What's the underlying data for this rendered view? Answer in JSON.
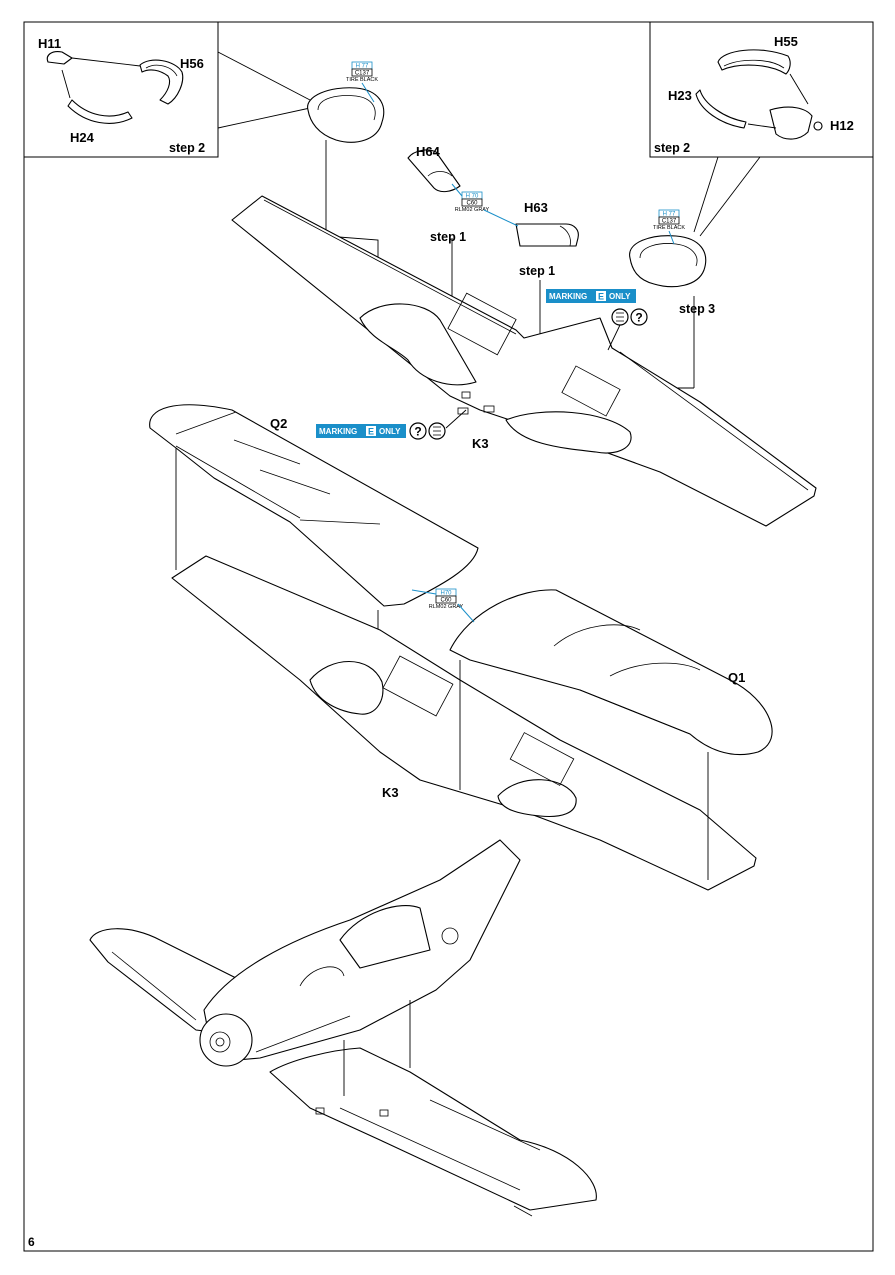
{
  "page_number": "6",
  "parts": {
    "h11": "H11",
    "h56": "H56",
    "h24": "H24",
    "h55": "H55",
    "h23": "H23",
    "h12": "H12",
    "h64": "H64",
    "h63": "H63",
    "q1": "Q1",
    "q2": "Q2",
    "k3_upper": "K3",
    "k3_lower": "K3"
  },
  "steps": {
    "inset_left": "step 2",
    "inset_right": "step 2",
    "h64": "step 1",
    "h63": "step 1",
    "right_wheel_well": "step 3"
  },
  "color_callouts": {
    "tire_black_left": {
      "humbrol": "H 77",
      "mr_color": "C137",
      "name": "TIRE BLACK"
    },
    "tire_black_right": {
      "humbrol": "H 77",
      "mr_color": "C137",
      "name": "TIRE BLACK"
    },
    "rlm02_upper": {
      "humbrol": "H 70",
      "mr_color": "C60",
      "name": "RLM02 GRAY"
    },
    "rlm02_lower": {
      "humbrol": "H70",
      "mr_color": "C60",
      "name": "RLM02 GRAY"
    }
  },
  "marking_notes": {
    "right": {
      "prefix": "MARKING",
      "letter": "E",
      "suffix": "ONLY"
    },
    "left": {
      "prefix": "MARKING",
      "letter": "E",
      "suffix": "ONLY"
    }
  },
  "colors": {
    "callout_blue": "#1a8fc9",
    "line": "#000000",
    "paper": "#ffffff"
  }
}
